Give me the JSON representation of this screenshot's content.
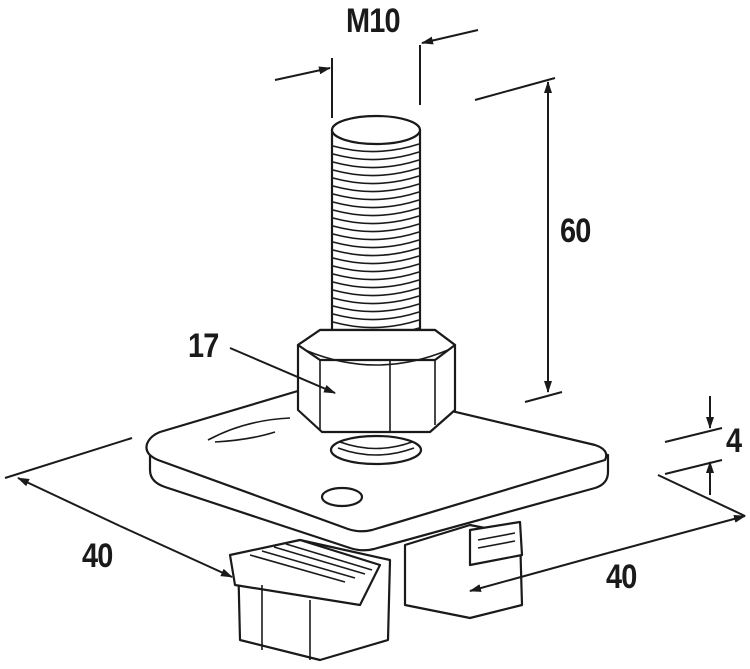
{
  "drawing": {
    "dimensions": {
      "thread": "M10",
      "bolt_length": "60",
      "nut_size": "17",
      "plate_thickness": "4",
      "plate_width_left": "40",
      "plate_width_right": "40"
    }
  }
}
